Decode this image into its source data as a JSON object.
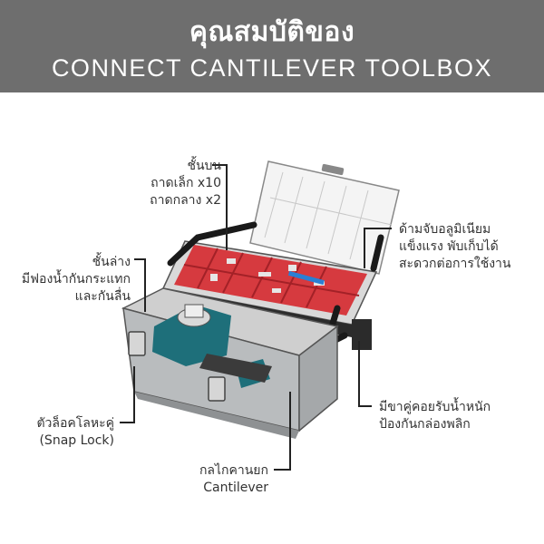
{
  "banner": {
    "title_th": "คุณสมบัติของ",
    "title_en": "CONNECT CANTILEVER TOOLBOX"
  },
  "callouts": {
    "top_tray": [
      "ชั้นบน",
      "ถาดเล็ก x10",
      "ถาดกลาง x2"
    ],
    "bottom_layer": [
      "ชั้นล่าง",
      "มีฟองน้ำกันกระแทก",
      "และกันลื่น"
    ],
    "handle": [
      "ด้ามจับอลูมิเนียม",
      "แข็งแรง พับเก็บได้",
      "สะดวกต่อการใช้งาน"
    ],
    "lock": [
      "ตัวล็อคโลหะคู่",
      "(Snap Lock)"
    ],
    "legs": [
      "มีขาคู่คอยรับน้ำหนัก",
      "ป้องกันกล่องพลิก"
    ],
    "cantilever": [
      "กลไกคานยก",
      "Cantilever"
    ]
  },
  "colors": {
    "banner": "#6e6e6e",
    "body_grey": "#b9bcbe",
    "tray_red": "#d63a3f",
    "accent_black": "#1a1a1a",
    "tool_teal": "#1e6f7a"
  }
}
